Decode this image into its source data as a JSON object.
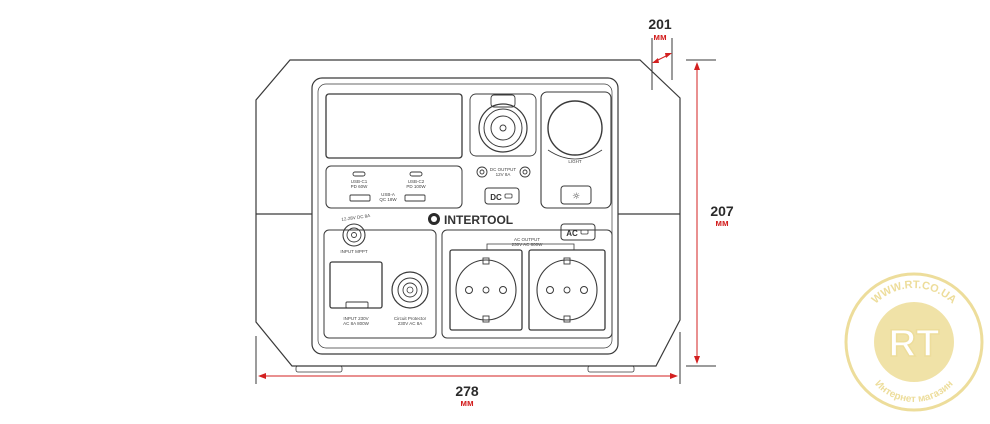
{
  "dimensions": {
    "depth": {
      "value": "201",
      "unit": "мм"
    },
    "height": {
      "value": "207",
      "unit": "мм"
    },
    "width": {
      "value": "278",
      "unit": "мм"
    }
  },
  "device": {
    "brand": "INTERTOOL",
    "light_label": "LIGHT",
    "usb_c1_label": "USB-C1\nPD 60W",
    "usb_c2_label": "USB-C2\nPD 100W",
    "usb_a_label": "USB-A\nQC 18W",
    "dc_output_label": "DC OUTPUT\n12V 8A",
    "dc_input_label": "12-28V DC 8A",
    "input_mppt_label": "INPUT MPPT",
    "ac_output_label": "AC OUTPUT\n230V AC 800W",
    "ac_input_label": "INPUT 230V\nAC 8A 800W",
    "circuit_label": "Circuit Protector\n230V AC 8A",
    "dc_button": "DC",
    "ac_button": "AC"
  },
  "watermark": {
    "url": "WWW.RT.CO.UA",
    "logo": "RT",
    "bottom_text": "Интернет магазин"
  },
  "colors": {
    "outline": "#3a3a3a",
    "dimension_line": "#d32020",
    "watermark": "#e7d27a"
  }
}
